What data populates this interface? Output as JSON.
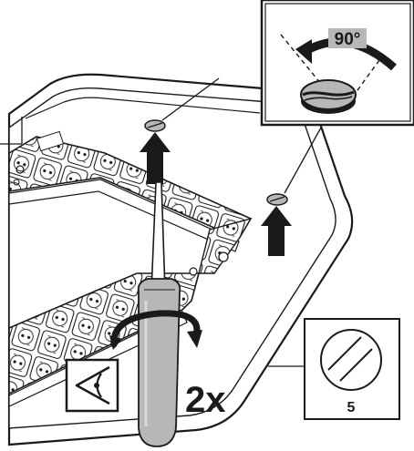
{
  "figure": {
    "rotation_label": "90°",
    "repeat_label": "2x",
    "detail_number": "5"
  },
  "colors": {
    "ink": "#1a1a1a",
    "fill_gray": "#b7b7b7",
    "fill_light": "#d9d9d9",
    "paper": "#ffffff"
  },
  "icons": [
    "slotted-screw-icon",
    "rotation-arrow-icon",
    "lift-arrow-icon",
    "screwdriver-icon",
    "eye-icon",
    "screw-head-icon"
  ]
}
